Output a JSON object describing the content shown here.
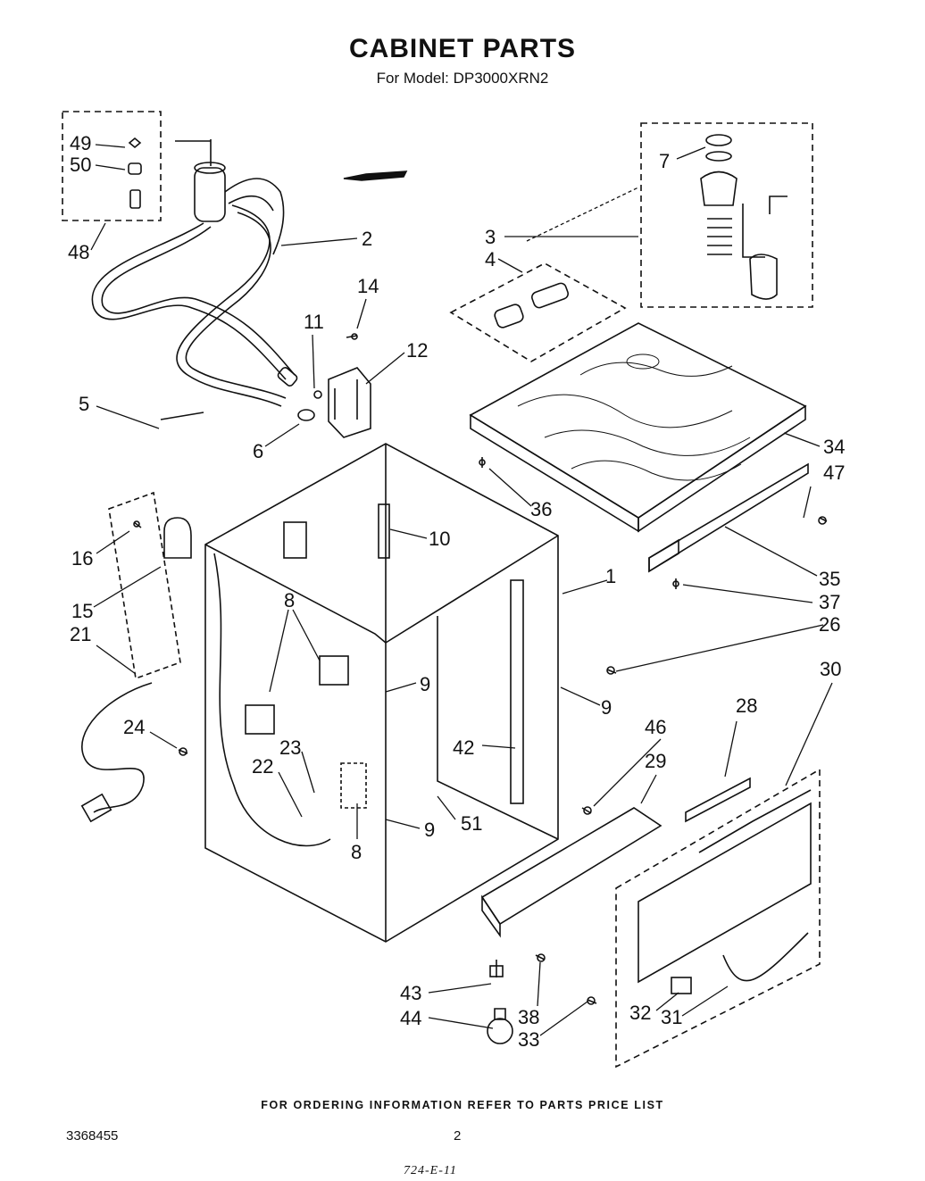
{
  "title": "CABINET PARTS",
  "subtitle": "For Model: DP3000XRN2",
  "footer_note": "FOR ORDERING INFORMATION REFER TO PARTS PRICE LIST",
  "part_number": "3368455",
  "page_number": "2",
  "handwritten_note": "724-E-11",
  "callouts": [
    "49",
    "50",
    "48",
    "2",
    "7",
    "3",
    "4",
    "14",
    "11",
    "12",
    "5",
    "6",
    "34",
    "36",
    "47",
    "16",
    "10",
    "15",
    "21",
    "8",
    "1",
    "35",
    "37",
    "26",
    "9",
    "9",
    "30",
    "28",
    "24",
    "23",
    "22",
    "42",
    "46",
    "29",
    "8",
    "9",
    "51",
    "43",
    "38",
    "44",
    "33",
    "32",
    "31"
  ]
}
